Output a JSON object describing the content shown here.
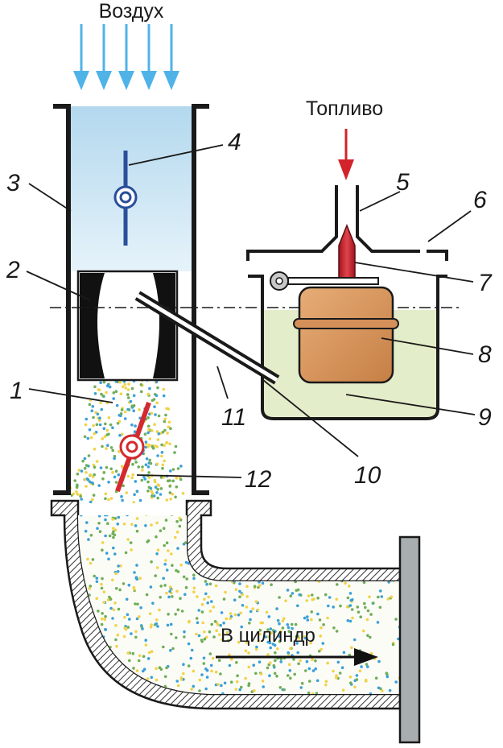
{
  "labels": {
    "air": "Воздух",
    "fuel": "Топливо",
    "to_cylinder": "В цилиндр"
  },
  "callouts": [
    "1",
    "2",
    "3",
    "4",
    "5",
    "6",
    "7",
    "8",
    "9",
    "10",
    "11",
    "12"
  ],
  "colors": {
    "air_arrow": "#4fb3e8",
    "air_fill_top": "#b9dcef",
    "fuel_arrow": "#d2232a",
    "needle": "#c4212d",
    "float": "#d9965a",
    "liquid": "#e4edc9",
    "throttle": "#d42a2f",
    "air_damper": "#2a4f9b",
    "droplet_colors": [
      "#f0d34a",
      "#3aa0d8",
      "#6fae58"
    ]
  }
}
